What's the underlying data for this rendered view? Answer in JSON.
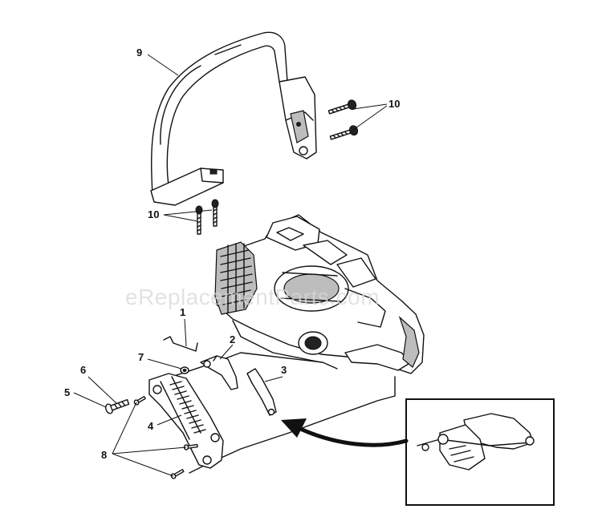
{
  "watermark": "eReplacementParts.com",
  "callouts": {
    "c1": "1",
    "c2": "2",
    "c3": "3",
    "c4": "4",
    "c5": "5",
    "c6": "6",
    "c7": "7",
    "c8": "8",
    "c9": "9",
    "c10a": "10",
    "c10b": "10"
  },
  "colors": {
    "line": "#111111",
    "background": "#ffffff",
    "watermark": "#d8d8d8"
  }
}
